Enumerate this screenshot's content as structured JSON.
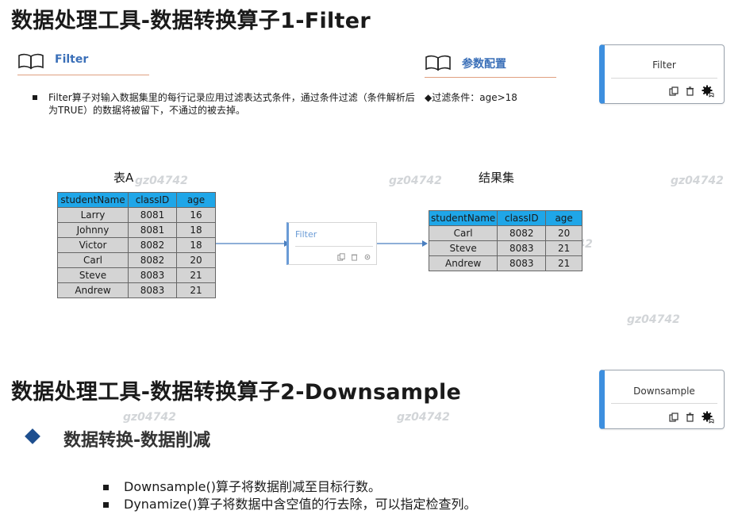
{
  "section1": {
    "title": "数据处理工具-数据转换算子1-Filter",
    "filter_head": "Filter",
    "param_head": "参数配置",
    "description": "Filter算子对输入数据集里的每行记录应用过滤表达式条件，通过条件过滤（条件解析后为TRUE）的数据将被留下，不通过的被去掉。",
    "param_text": "◆过滤条件：age>18",
    "node_card": {
      "title": "Filter"
    },
    "diagram": {
      "table_a_caption": "表A",
      "result_caption": "结果集",
      "node_label": "Filter",
      "table_a": {
        "headers": [
          "studentName",
          "classID",
          "age"
        ],
        "rows": [
          [
            "Larry",
            "8081",
            "16"
          ],
          [
            "Johnny",
            "8081",
            "18"
          ],
          [
            "Victor",
            "8082",
            "18"
          ],
          [
            "Carl",
            "8082",
            "20"
          ],
          [
            "Steve",
            "8083",
            "21"
          ],
          [
            "Andrew",
            "8083",
            "21"
          ]
        ]
      },
      "result": {
        "headers": [
          "studentName",
          "classID",
          "age"
        ],
        "rows": [
          [
            "Carl",
            "8082",
            "20"
          ],
          [
            "Steve",
            "8083",
            "21"
          ],
          [
            "Andrew",
            "8083",
            "21"
          ]
        ]
      }
    }
  },
  "section2": {
    "title": "数据处理工具-数据转换算子2-Downsample",
    "node_card": {
      "title": "Downsample"
    },
    "subtitle": "数据转换-数据削减",
    "bullets": [
      "Downsample()算子将数据削减至目标行数。",
      "Dynamize()算子将数据中含空值的行去除，可以指定检查列。"
    ]
  },
  "watermarks": [
    "gz04742",
    "gz04742",
    "gz04742",
    "gz04742",
    "gz04742",
    "gz04742",
    "gz04742"
  ],
  "icons": {
    "book": "book-icon",
    "copy": "copy-icon",
    "delete": "trash-icon",
    "settings": "gear-icon",
    "cursor": "hand-cursor-icon",
    "diamond": "diamond-bullet-icon"
  },
  "colors": {
    "accent_blue": "#3d8fdf",
    "table_header": "#1fa6e8",
    "table_cell": "#d4d4d4",
    "section_head": "#3a6fb8",
    "divider": "#e0a080"
  }
}
